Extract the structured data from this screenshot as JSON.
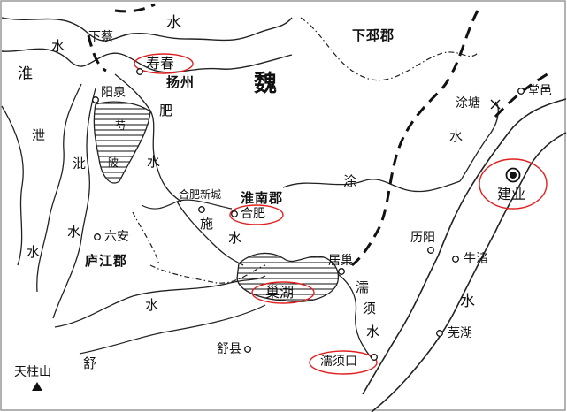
{
  "map": {
    "state_label": "魏",
    "commanderies": {
      "xiapi": "下邳郡",
      "yangzhou": "扬州",
      "huainan": "淮南郡",
      "lujiang": "庐江郡"
    },
    "cities": {
      "xiacai": "下蔡",
      "shouchun": "寿春",
      "yangquan": "阳泉",
      "hefei_xincheng": "合肥新城",
      "hefei": "合肥",
      "liuan": "六安",
      "juchao": "居巢",
      "shuxian": "舒县",
      "ruxukou": "濡须口",
      "tangyi": "堂邑",
      "tutang": "涂塘",
      "jianye": "建业",
      "liyang": "历阳",
      "niuzhu": "牛渚",
      "wuhu": "芜湖"
    },
    "waters": {
      "huai": "淮",
      "shui_top": "水",
      "shui_left_top": "水",
      "fei": "肥",
      "fei_shui": "水",
      "shao": "芍",
      "bei": "陂",
      "xie": "泄",
      "pi": "沘",
      "pi_shui": "水",
      "xie_shui": "水",
      "shi": "施",
      "shi_shui": "水",
      "chaohu": "巢湖",
      "ru": "濡",
      "xu": "须",
      "ru_shui": "水",
      "tu": "涂",
      "tu_shui": "水",
      "jiang_shui": "水",
      "shu": "舒",
      "shu_shui": "水"
    },
    "mountain": "天柱山",
    "highlight_color": "#e02020",
    "capital_marker": "capital-dot-icon"
  }
}
